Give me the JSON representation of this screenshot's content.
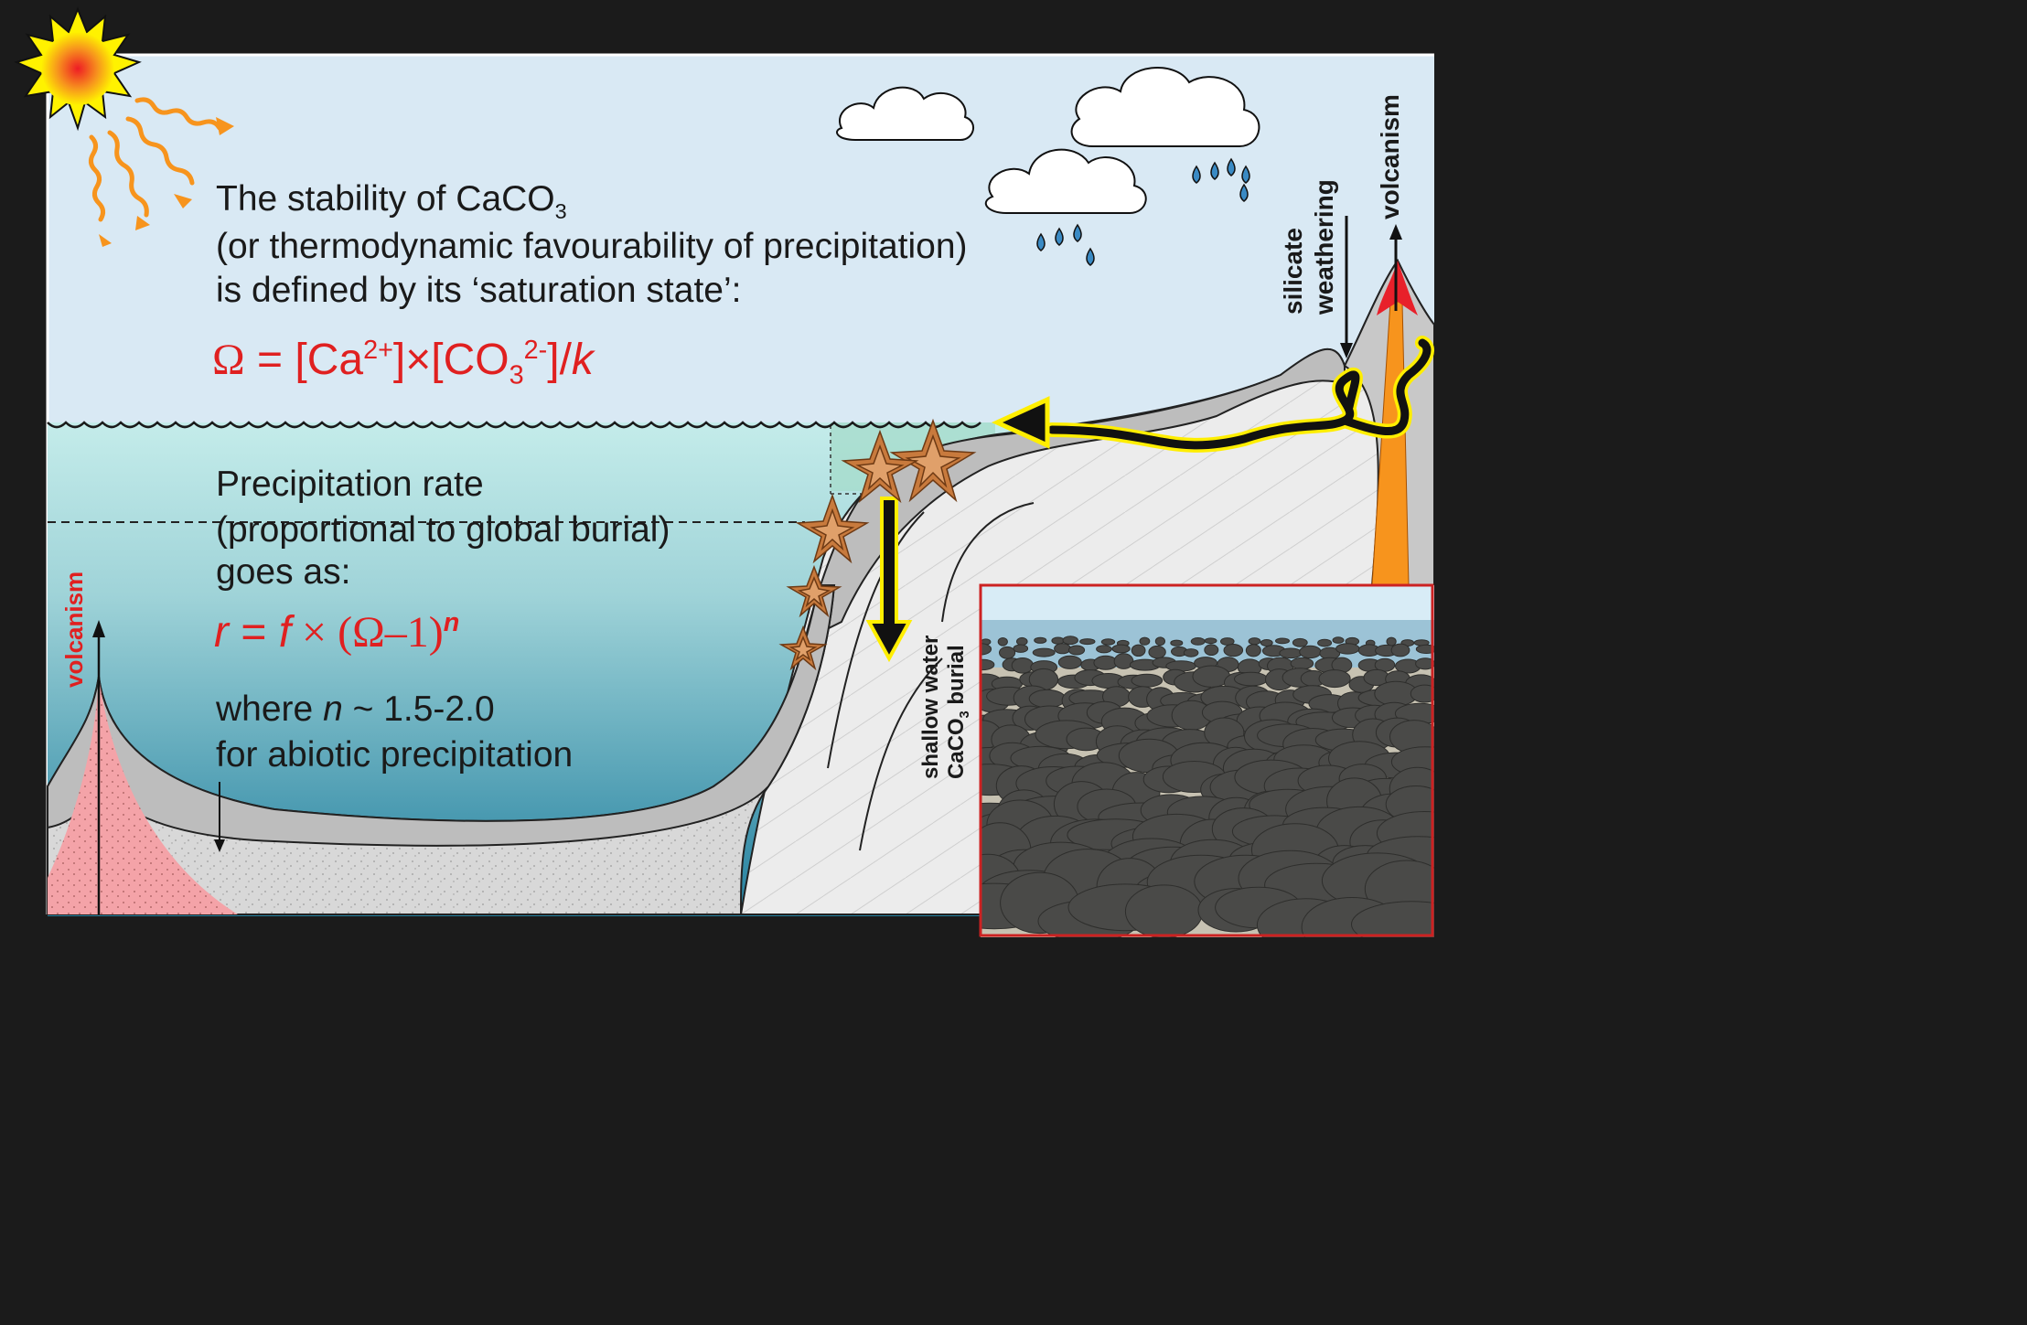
{
  "atmosphere": {
    "line1_prefix": "The stability of CaCO",
    "line1_sub": "3",
    "line2": "(or thermodynamic favourability of precipitation)",
    "line3": "is defined by its ‘saturation state’:"
  },
  "equation_omega": {
    "omega": "Ω",
    "eq1": " = [Ca",
    "ca_sup": "2+",
    "eq2": "]×[CO",
    "co3_sub": "3",
    "co3_sup": "2-",
    "eq3": "]/",
    "k": "k"
  },
  "ocean": {
    "line1": "Precipitation rate",
    "line2": "(proportional to global burial)",
    "line3": "goes as:"
  },
  "equation_rate": {
    "r": "r",
    "eq1": " = ",
    "f": "f",
    "eq2": " × (Ω–1)",
    "n": "n"
  },
  "note": {
    "line1_prefix": "where ",
    "n": "n",
    "line1_suffix": " ~ 1.5-2.0",
    "line2": "for abiotic precipitation"
  },
  "labels": {
    "volcanism_left": "volcanism",
    "volcanism_right": "volcanism",
    "silicate": "silicate",
    "weathering": "weathering",
    "shallow_water": "shallow water",
    "burial_prefix": "CaCO",
    "burial_sub": "3",
    "burial_suffix": " burial"
  },
  "colors": {
    "sky": "#d9e9f4",
    "ocean_top": "#bfe6e6",
    "ocean_bottom": "#2b8aa6",
    "frame": "#1b1b1b",
    "red_text": "#e02020",
    "arrow_yellow": "#ffee00",
    "sun_orange": "#f7941d",
    "photo_border": "#cc2222"
  },
  "icons": [
    "sun-icon",
    "cloud-icon",
    "raindrop-icon",
    "aragonite-crystal-icon",
    "volcano-icon",
    "photo-stromatolites"
  ]
}
